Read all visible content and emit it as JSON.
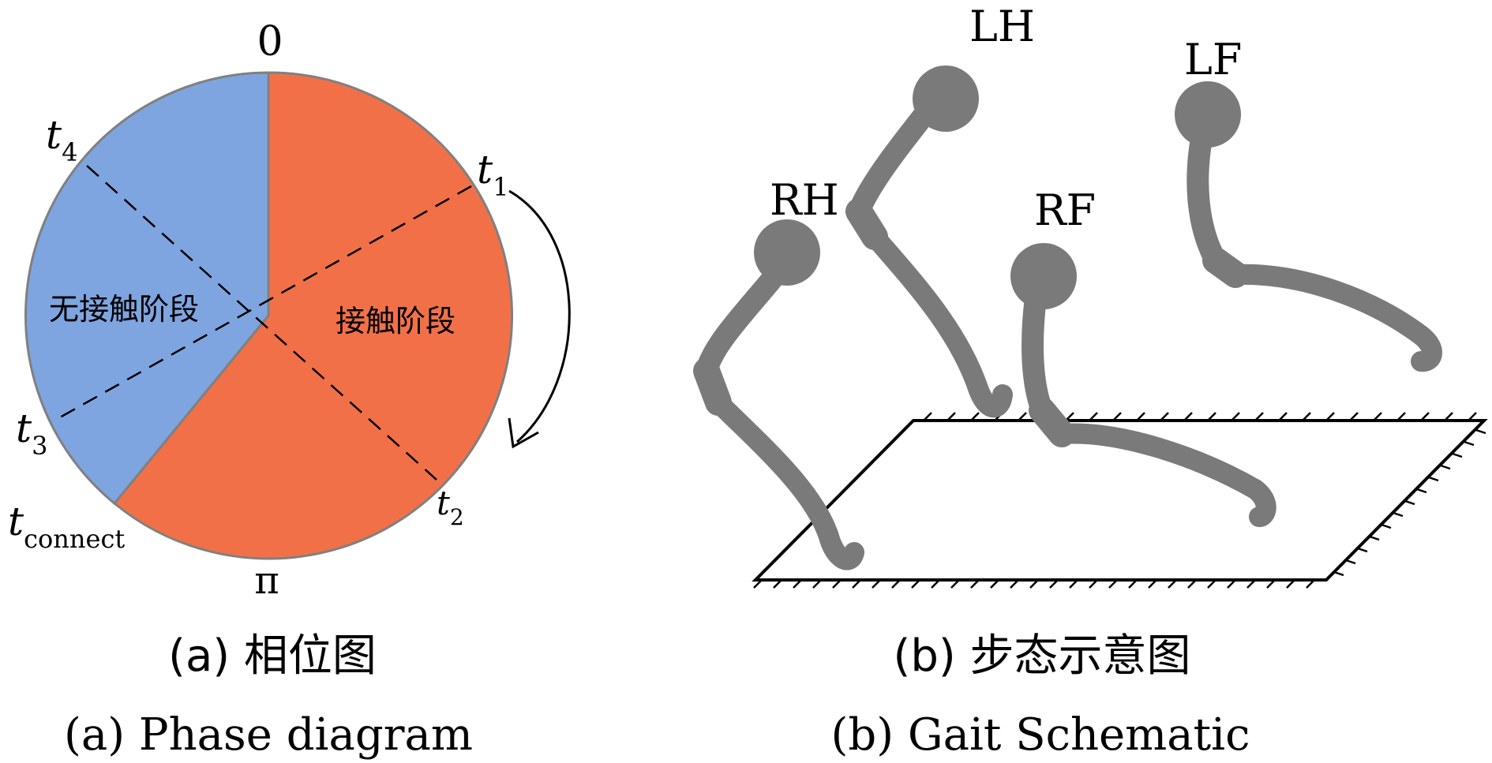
{
  "panel_a": {
    "label_top": "0",
    "label_bottom": "π",
    "t1": {
      "base": "t",
      "sub": "1"
    },
    "t2": {
      "base": "t",
      "sub": "2"
    },
    "t3": {
      "base": "t",
      "sub": "3"
    },
    "t4": {
      "base": "t",
      "sub": "4"
    },
    "tconnect": {
      "base": "t",
      "sub": "connect"
    },
    "no_contact_label": "无接触阶段",
    "contact_label": "接触阶段",
    "caption_cn": "(a) 相位图",
    "caption_en": "(a) Phase diagram",
    "colors": {
      "contact": "#F27047",
      "no_contact": "#7FA5E0",
      "outline": "#808080"
    }
  },
  "panel_b": {
    "legs": {
      "lh": "LH",
      "lf": "LF",
      "rh": "RH",
      "rf": "RF"
    },
    "caption_cn": "(b) 步态示意图",
    "caption_en": "(b) Gait Schematic",
    "colors": {
      "leg": "#7A7A7A"
    }
  }
}
